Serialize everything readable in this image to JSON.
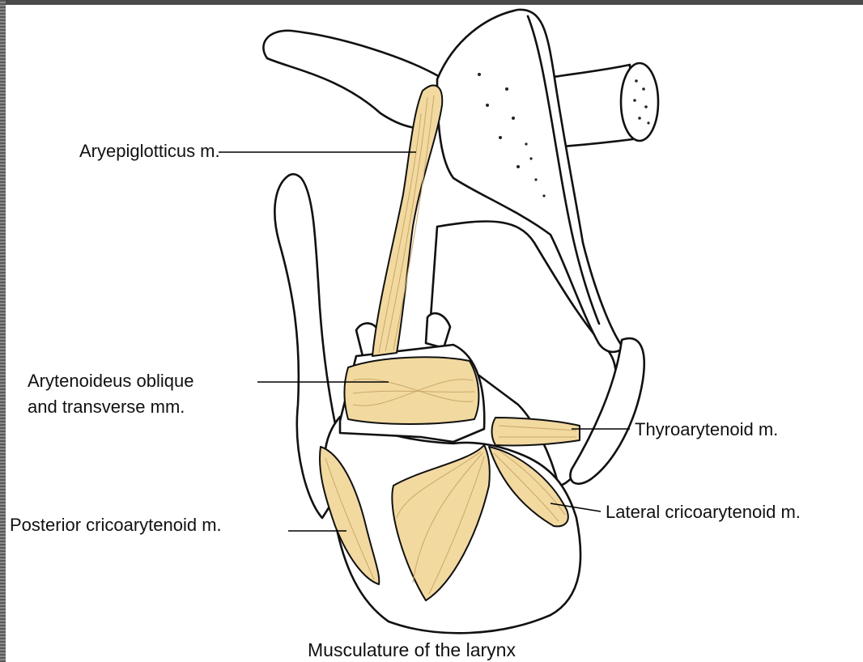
{
  "labels": {
    "aryepiglotticus": "Aryepiglotticus m.",
    "arytenoideus_line1": "Arytenoideus oblique",
    "arytenoideus_line2": "and transverse mm.",
    "thyroarytenoid": "Thyroarytenoid m.",
    "posterior_cricoarytenoid": "Posterior cricoarytenoid m.",
    "lateral_cricoarytenoid": "Lateral cricoarytenoid m."
  },
  "caption": "Musculature of the larynx",
  "colors": {
    "muscle_fill": "#f2d9a0",
    "outline": "#111111",
    "background": "#ffffff"
  }
}
